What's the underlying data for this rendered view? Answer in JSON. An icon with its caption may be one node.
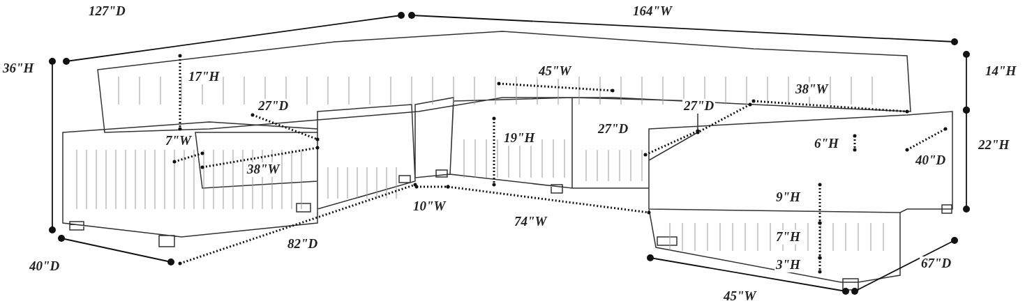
{
  "diagram": {
    "labels": [
      "127\"D",
      "164\"W",
      "36\"H",
      "17\"H",
      "45\"W",
      "14\"H",
      "38\"W",
      "27\"D",
      "27\"D",
      "7\"W",
      "19\"H",
      "27\"D",
      "6\"H",
      "22\"H",
      "38\"W",
      "40\"D",
      "9\"H",
      "10\"W",
      "74\"W",
      "82\"D",
      "7\"H",
      "40\"D",
      "3\"H",
      "67\"D",
      "45\"W"
    ]
  }
}
